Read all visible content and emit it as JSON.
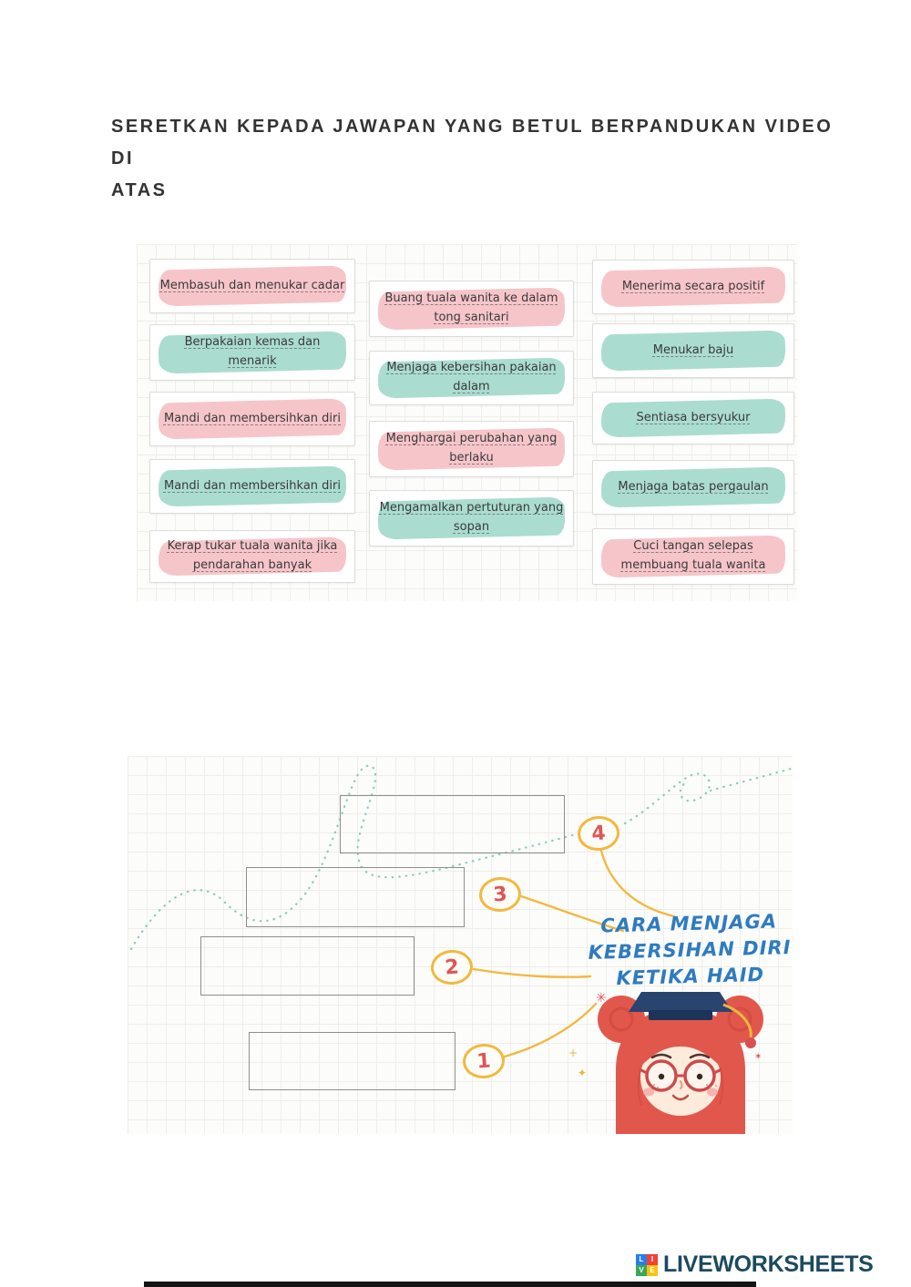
{
  "instruction_lines": [
    "SERETKAN KEPADA JAWAPAN YANG BETUL BERPANDUKAN VIDEO DI",
    "ATAS"
  ],
  "cards": {
    "left": [
      {
        "label": "Membasuh dan menukar cadar",
        "highlight": "pink"
      },
      {
        "label": "Berpakaian kemas dan menarik",
        "highlight": "teal"
      },
      {
        "label": "Mandi dan membersihkan diri",
        "highlight": "pink"
      },
      {
        "label": "Mandi dan membersihkan diri",
        "highlight": "teal"
      },
      {
        "label": "Kerap tukar tuala wanita jika pendarahan banyak",
        "highlight": "pink"
      }
    ],
    "middle": [
      {
        "label": "Buang tuala wanita ke dalam tong sanitari",
        "highlight": "pink"
      },
      {
        "label": "Menjaga kebersihan pakaian dalam",
        "highlight": "teal"
      },
      {
        "label": "Menghargai perubahan yang berlaku",
        "highlight": "pink"
      },
      {
        "label": "Mengamalkan pertuturan yang sopan",
        "highlight": "teal"
      }
    ],
    "right": [
      {
        "label": "Menerima secara positif",
        "highlight": "pink"
      },
      {
        "label": "Menukar baju",
        "highlight": "teal"
      },
      {
        "label": "Sentiasa bersyukur",
        "highlight": "teal"
      },
      {
        "label": "Menjaga batas pergaulan",
        "highlight": "teal"
      },
      {
        "label": "Cuci tangan selepas membuang tuala wanita",
        "highlight": "pink"
      }
    ]
  },
  "answer_zone": {
    "title_lines": [
      "CARA MENJAGA",
      "KEBERSIHAN DIRI",
      "KETIKA HAID"
    ],
    "steps": [
      "4",
      "3",
      "2",
      "1"
    ],
    "drop_slot_count": 4
  },
  "footer": {
    "brand": "LIVEWORKSHEETS",
    "logo_letters": [
      "L",
      "I",
      "V",
      "E"
    ]
  },
  "colors": {
    "highlight_pink": "#f6c5ca",
    "highlight_teal": "#abdcd0",
    "step_circle_border": "#f3b83f",
    "step_number_red": "#e05555",
    "title_blue": "#2e7bc0",
    "dotted_line_teal": "#86ccc0",
    "connector_yellow": "#f3b83f",
    "brand_navy": "#1b4a5f"
  }
}
